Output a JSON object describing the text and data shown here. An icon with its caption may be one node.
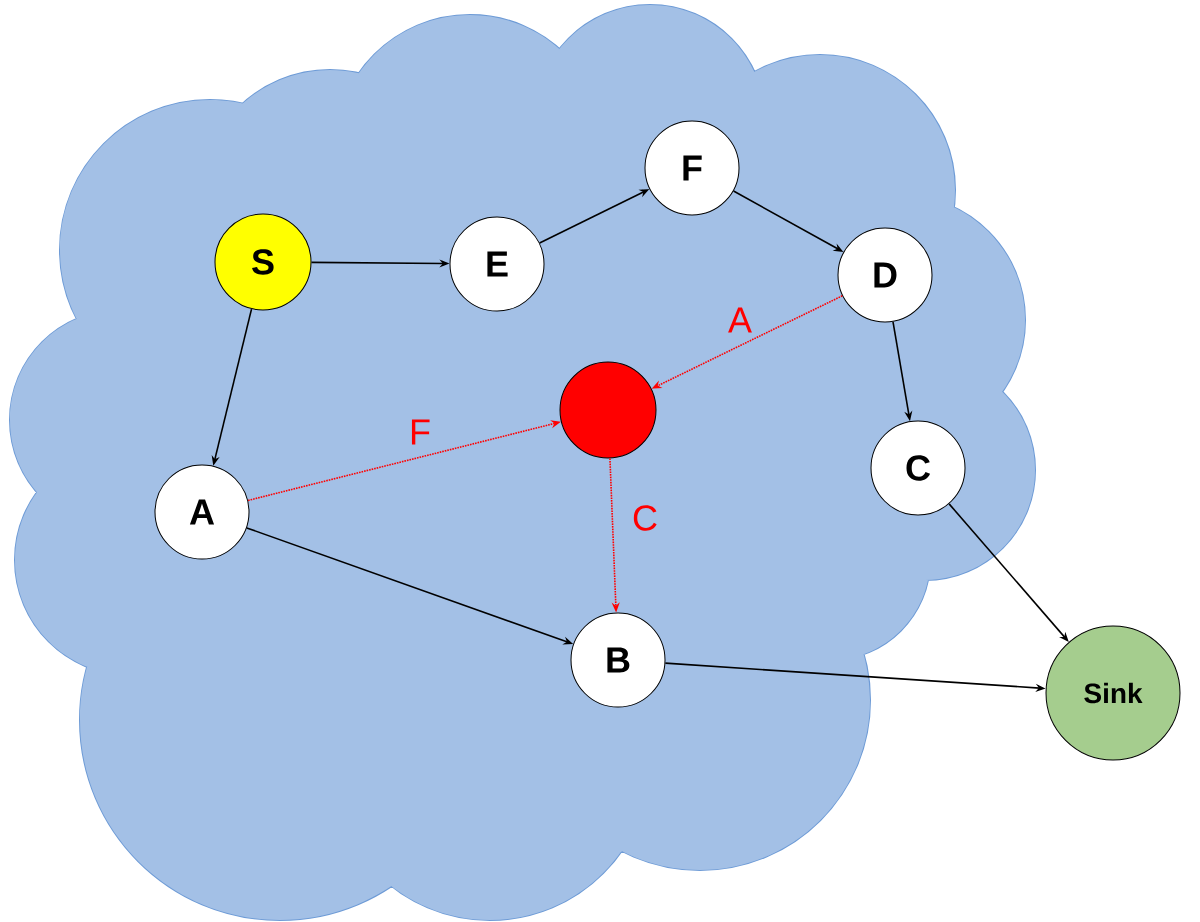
{
  "diagram": {
    "nodes": [
      {
        "text": [],
        "shape": "cloud"
      },
      {
        "text": [
          "S"
        ],
        "in": 0
      },
      {
        "text": [
          "E"
        ],
        "in": 0
      },
      {
        "text": [
          "F"
        ],
        "in": 0
      },
      {
        "text": [
          "D"
        ],
        "in": 0
      },
      {
        "text": [],
        "shape": "circle",
        "in": 0
      },
      {
        "text": [
          "A"
        ],
        "in": 0
      },
      {
        "text": [
          "C"
        ],
        "in": 0
      },
      {
        "text": [
          "B"
        ],
        "in": 0
      },
      {
        "text": [
          "Sink"
        ]
      }
    ],
    "edges": [
      {
        "from": 1,
        "to": 2,
        "arrow": "to"
      },
      {
        "from": 2,
        "to": 3,
        "arrow": "to"
      },
      {
        "from": 3,
        "to": 4,
        "arrow": "to"
      },
      {
        "from": 4,
        "to": 7,
        "arrow": "to"
      },
      {
        "from": 1,
        "to": 6,
        "arrow": "to"
      },
      {
        "from": 6,
        "to": 8,
        "arrow": "to"
      },
      {
        "from": 8,
        "to": 9,
        "arrow": "to"
      },
      {
        "from": 7,
        "to": 9,
        "arrow": "to"
      },
      {
        "from": 4,
        "to": 5,
        "arrow": "to",
        "label": "A",
        "style": "dashed",
        "color": "#ff0000"
      },
      {
        "from": 6,
        "to": 5,
        "arrow": "to",
        "label": "F",
        "style": "dashed",
        "color": "#ff0000"
      },
      {
        "from": 5,
        "to": 8,
        "arrow": "to",
        "label": "C",
        "style": "dashed",
        "color": "#ff0000"
      }
    ]
  }
}
